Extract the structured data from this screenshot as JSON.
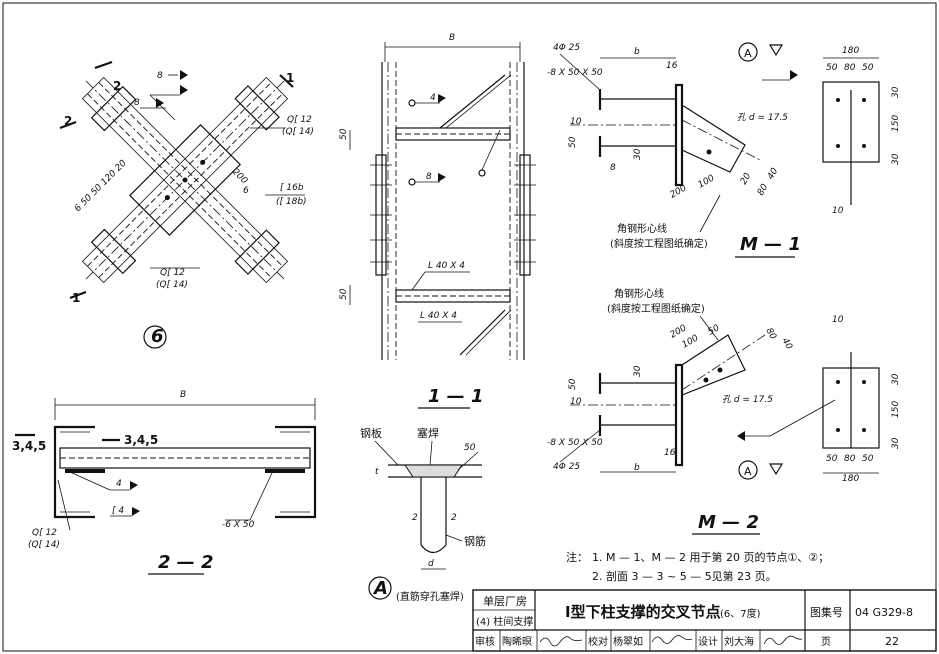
{
  "title_block": {
    "project_line1": "单层厂房",
    "project_line2": "(4) 柱间支撑",
    "drawing_title": "I型下柱支撑的交叉节点",
    "drawing_title_note": "(6、7度)",
    "atlas_label": "图集号",
    "atlas_no": "04 G329-8",
    "review_label": "审核",
    "reviewer": "陶晞暝",
    "check_label": "校对",
    "checker": "杨翠如",
    "design_label": "设计",
    "designer": "刘大海",
    "page_label": "页",
    "page_no": "22"
  },
  "notes": {
    "prefix": "注：",
    "line1": "1. M — 1、M — 2 用于第 20 页的节点①、②；",
    "line2": "2. 剖面 3 — 3 ~ 5 — 5见第 23 页。"
  },
  "detail6": {
    "label": "6",
    "cut_mark": "1",
    "cut_mark2": "2",
    "weld_size": "8",
    "gusset_dim": "200",
    "chan_a": "Q[ 12",
    "chan_a_alt": "(Q[ 14)",
    "chan_b": "[ 16b",
    "chan_b_alt": "([ 18b)",
    "gap_dim": "6",
    "dims_left": "6 50 50 120 20",
    "chan_c": "Q[ 12",
    "chan_c_alt": "(Q[ 14)"
  },
  "section11": {
    "label": "1 — 1",
    "width": "B",
    "weld4": "4",
    "weld8": "8",
    "dim50a": "50",
    "dim50b": "50",
    "angle1": "L 40 X 4",
    "angle2": "L 40 X 4"
  },
  "section22": {
    "label": "2 — 2",
    "width": "B",
    "cut_left": "3,4,5",
    "cut_right": "3,4,5",
    "weld4": "4",
    "weld_c4": "[ 4",
    "plate": "-6 X 50",
    "chan": "Q[ 12",
    "chan_alt": "(Q[ 14)"
  },
  "detailA": {
    "label": "A",
    "caption": "(直筋穿孔塞焊)",
    "plate_label": "钢板",
    "plug_label": "塞焊",
    "rebar_label": "钢筋",
    "weld_dim": "50",
    "d_label": "d",
    "gap2a": "2",
    "gap2b": "2",
    "t_label": "t"
  },
  "m1": {
    "label": "M — 1",
    "bar": "4Φ 25",
    "plate": "-8 X 50 X 50",
    "b": "b",
    "dim16": "16",
    "dim10": "10",
    "dim50": "50",
    "dim30": "30",
    "dim8": "8",
    "hole": "孔 d = 17.5",
    "dim200": "200",
    "dim100": "100",
    "dim20": "20",
    "dim80": "80",
    "dim40": "40",
    "note1": "角钢形心线",
    "note2": "(斜度按工程图纸确定)",
    "marker": "A",
    "plan_w": "180",
    "plan_d1": "50",
    "plan_d2": "80",
    "plan_d3": "50",
    "plan_h1": "30",
    "plan_h2": "150",
    "plan_h3": "30",
    "weld10": "10"
  },
  "m2": {
    "label": "M — 2",
    "bar": "4Φ 25",
    "plate": "-8 X 50 X 50",
    "b": "b",
    "dim16": "16",
    "dim10": "10",
    "dim50": "50",
    "dim30": "30",
    "hole": "孔 d = 17.5",
    "dim200": "200",
    "dim100": "100",
    "dim50b": "50",
    "dim80": "80",
    "dim40": "40",
    "note1": "角钢形心线",
    "note2": "(斜度按工程图纸确定)",
    "marker": "A",
    "plan_w": "180",
    "plan_d1": "50",
    "plan_d2": "80",
    "plan_d3": "50",
    "plan_h1": "30",
    "plan_h2": "150",
    "plan_h3": "30",
    "weld10": "10"
  }
}
